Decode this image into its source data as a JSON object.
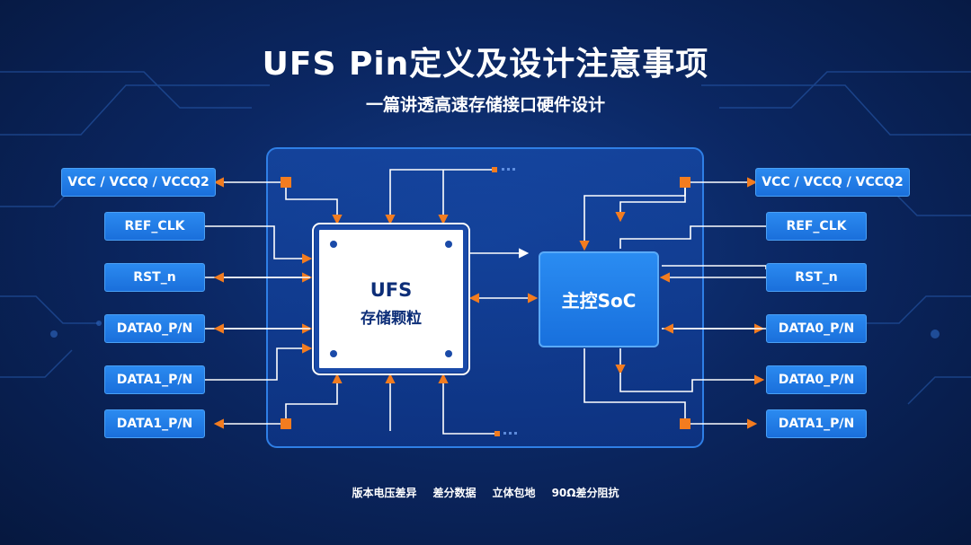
{
  "title": "UFS Pin定义及设计注意事项",
  "subtitle": "一篇讲透高速存储接口硬件设计",
  "left_pins": [
    "VCC / VCCQ / VCCQ2",
    "REF_CLK",
    "RST_n",
    "DATA0_P/N",
    "DATA1_P/N",
    "DATA1_P/N"
  ],
  "right_pins": [
    "VCC / VCCQ / VCCQ2",
    "REF_CLK",
    "RST_n",
    "DATA0_P/N",
    "DATA0_P/N",
    "DATA1_P/N"
  ],
  "ufs_chip": {
    "title": "UFS",
    "subtitle": "存储颗粒"
  },
  "soc": {
    "label": "主控SoC"
  },
  "footer_items": [
    "版本电压差异",
    "差分数据",
    "立体包地",
    "90Ω差分阻抗"
  ],
  "colors": {
    "arrow": "#f37c1f",
    "pin_fill": "#1f7ae6",
    "board_border": "#2f7fe6",
    "chip_border": "#1a4aa8"
  }
}
